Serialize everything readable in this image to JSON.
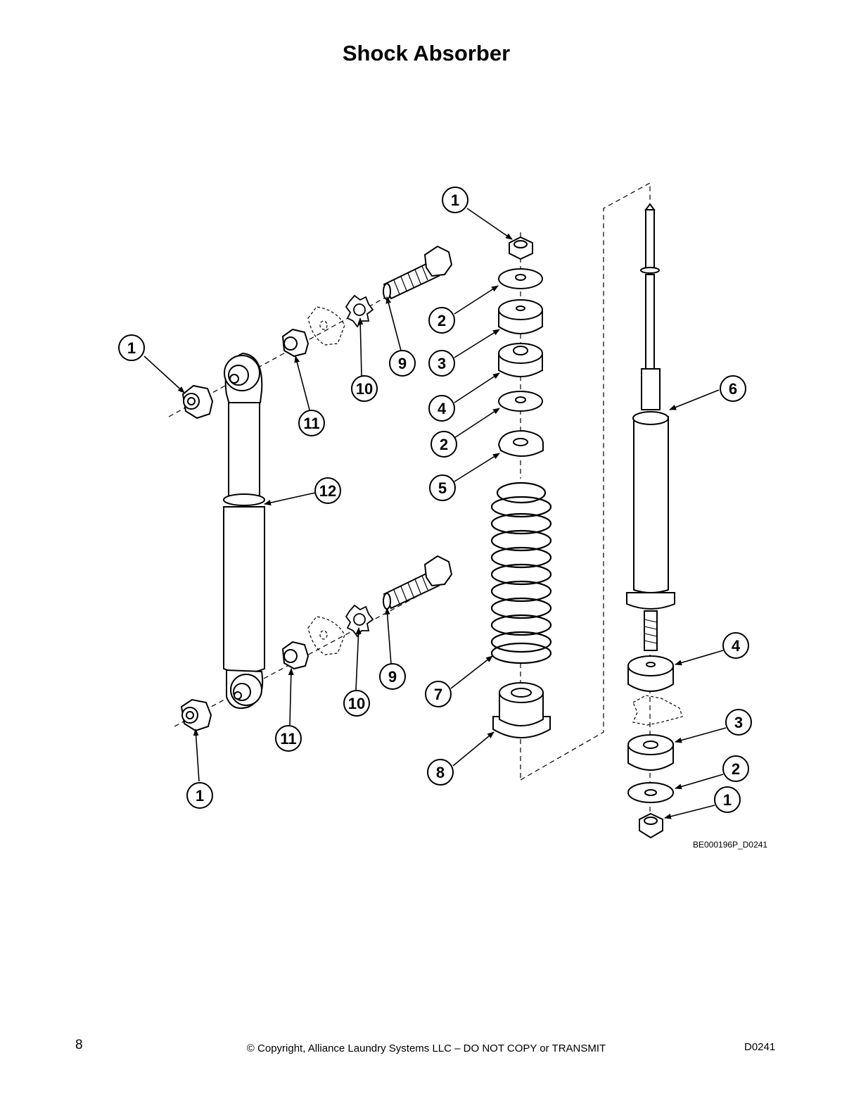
{
  "title": "Shock Absorber",
  "drawing_code": "BE000196P_D0241",
  "footer": {
    "page_number": "8",
    "copyright": "© Copyright, Alliance Laundry Systems LLC – DO NOT COPY or TRANSMIT",
    "document_code": "D0241"
  },
  "callouts": [
    "1",
    "2",
    "3",
    "4",
    "2",
    "5",
    "7",
    "8",
    "6",
    "4",
    "3",
    "2",
    "1",
    "1",
    "9",
    "10",
    "11",
    "12",
    "9",
    "10",
    "11",
    "1"
  ]
}
